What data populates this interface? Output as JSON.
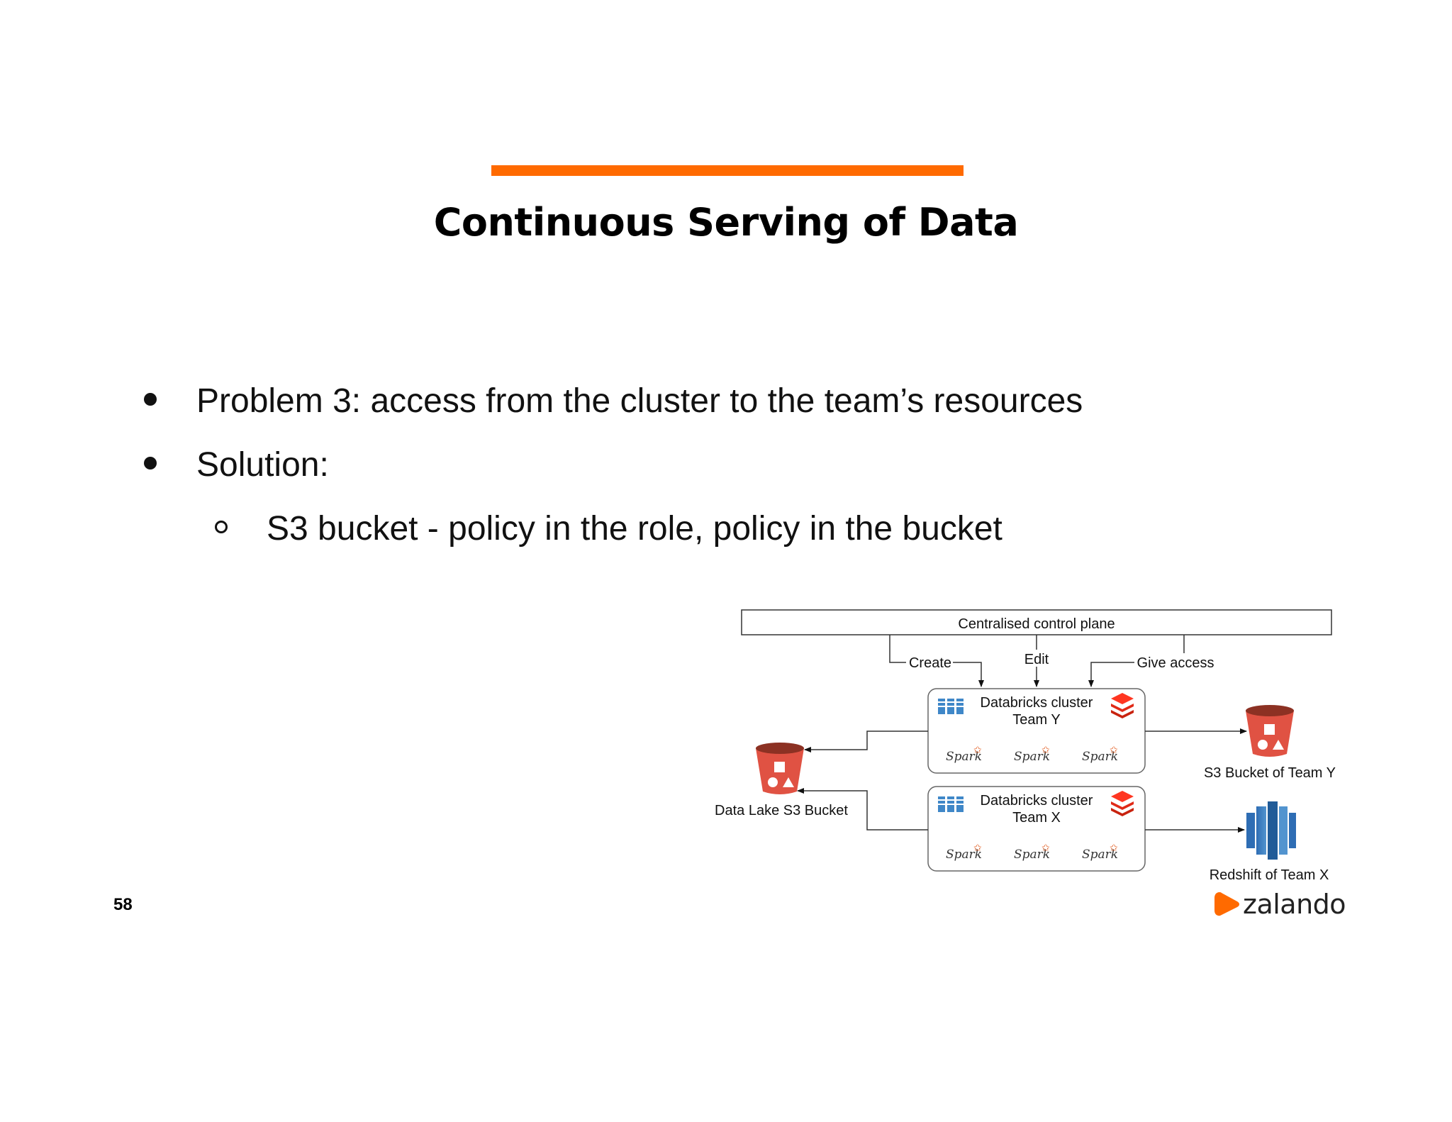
{
  "slide": {
    "title": "Continuous Serving of Data",
    "accent_color": "#FF6A00",
    "page_number": "58"
  },
  "bullets": [
    {
      "level": 1,
      "text": "Problem 3: access from the cluster to the team’s resources"
    },
    {
      "level": 1,
      "text": "Solution:"
    },
    {
      "level": 2,
      "text": "S3 bucket - policy in the role, policy in the bucket"
    }
  ],
  "diagram": {
    "control_plane_label": "Centralised control plane",
    "edge_labels": {
      "create": "Create",
      "edit": "Edit",
      "give_access": "Give access"
    },
    "cluster_y": {
      "line1": "Databricks cluster",
      "line2": "Team Y"
    },
    "cluster_x": {
      "line1": "Databricks cluster",
      "line2": "Team X"
    },
    "spark_label": "Spark",
    "data_lake_label": "Data Lake S3 Bucket",
    "s3_team_y_label": "S3 Bucket of Team Y",
    "redshift_label": "Redshift of Team X",
    "icons": [
      "s3-bucket-icon",
      "redshift-icon",
      "databricks-icon",
      "cluster-nodes-icon",
      "spark-logo-icon"
    ]
  },
  "brand": {
    "name": "zalando",
    "color": "#FF6A00"
  }
}
